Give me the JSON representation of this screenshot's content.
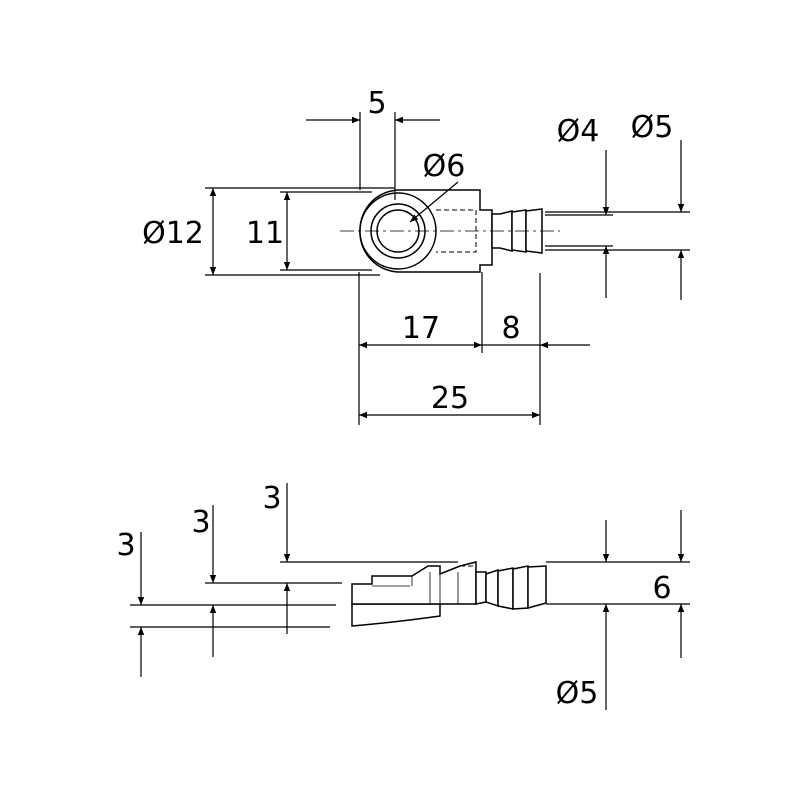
{
  "top_view": {
    "dim_width_top": "5",
    "dim_bore": "Ø6",
    "dim_outer_diameter": "Ø12",
    "dim_height": "11",
    "dim_tip_inner": "Ø4",
    "dim_tip_outer": "Ø5",
    "dim_body_length": "17",
    "dim_barb_length": "8",
    "dim_total_length": "25"
  },
  "side_view": {
    "dim_offset_a": "3",
    "dim_offset_b": "3",
    "dim_offset_c": "3",
    "dim_height": "6",
    "dim_barb_diameter": "Ø5"
  }
}
